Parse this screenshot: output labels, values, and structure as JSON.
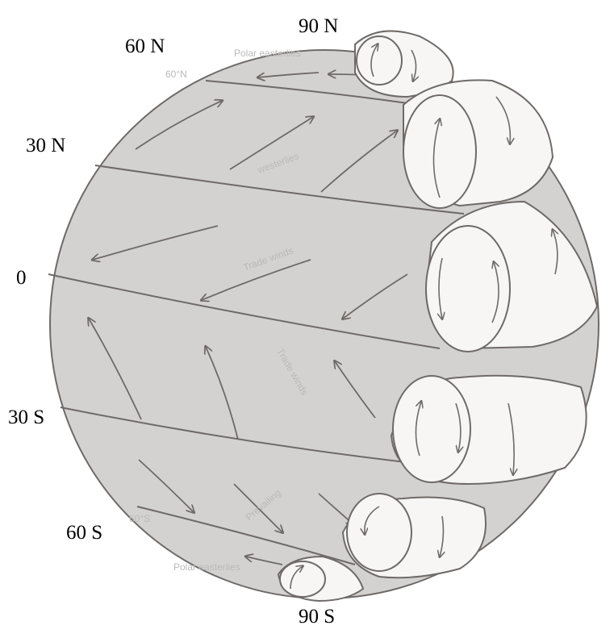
{
  "latitude_labels": {
    "n90": "90 N",
    "n60": "60 N",
    "n30": "30 N",
    "eq": "0",
    "s30": "30 S",
    "s60": "60 S",
    "s90": "90 S"
  },
  "faint_labels": {
    "polar_easterlies_top": "Polar easterlies",
    "deg60n": "60°N",
    "westerlies": "westerlies",
    "trade_winds_n": "Trade winds",
    "trade_winds_s": "Trade winds",
    "prevailing": "Prevailing",
    "deg60s": "60°S",
    "polar_easterlies_bottom": "Polar easterlies"
  },
  "colors": {
    "globe_fill": "#d4d2d1",
    "pencil": "#6f6a67",
    "cell_fill": "#f7f6f5",
    "label": "#000000",
    "faint_text": "#b9b9b9"
  }
}
